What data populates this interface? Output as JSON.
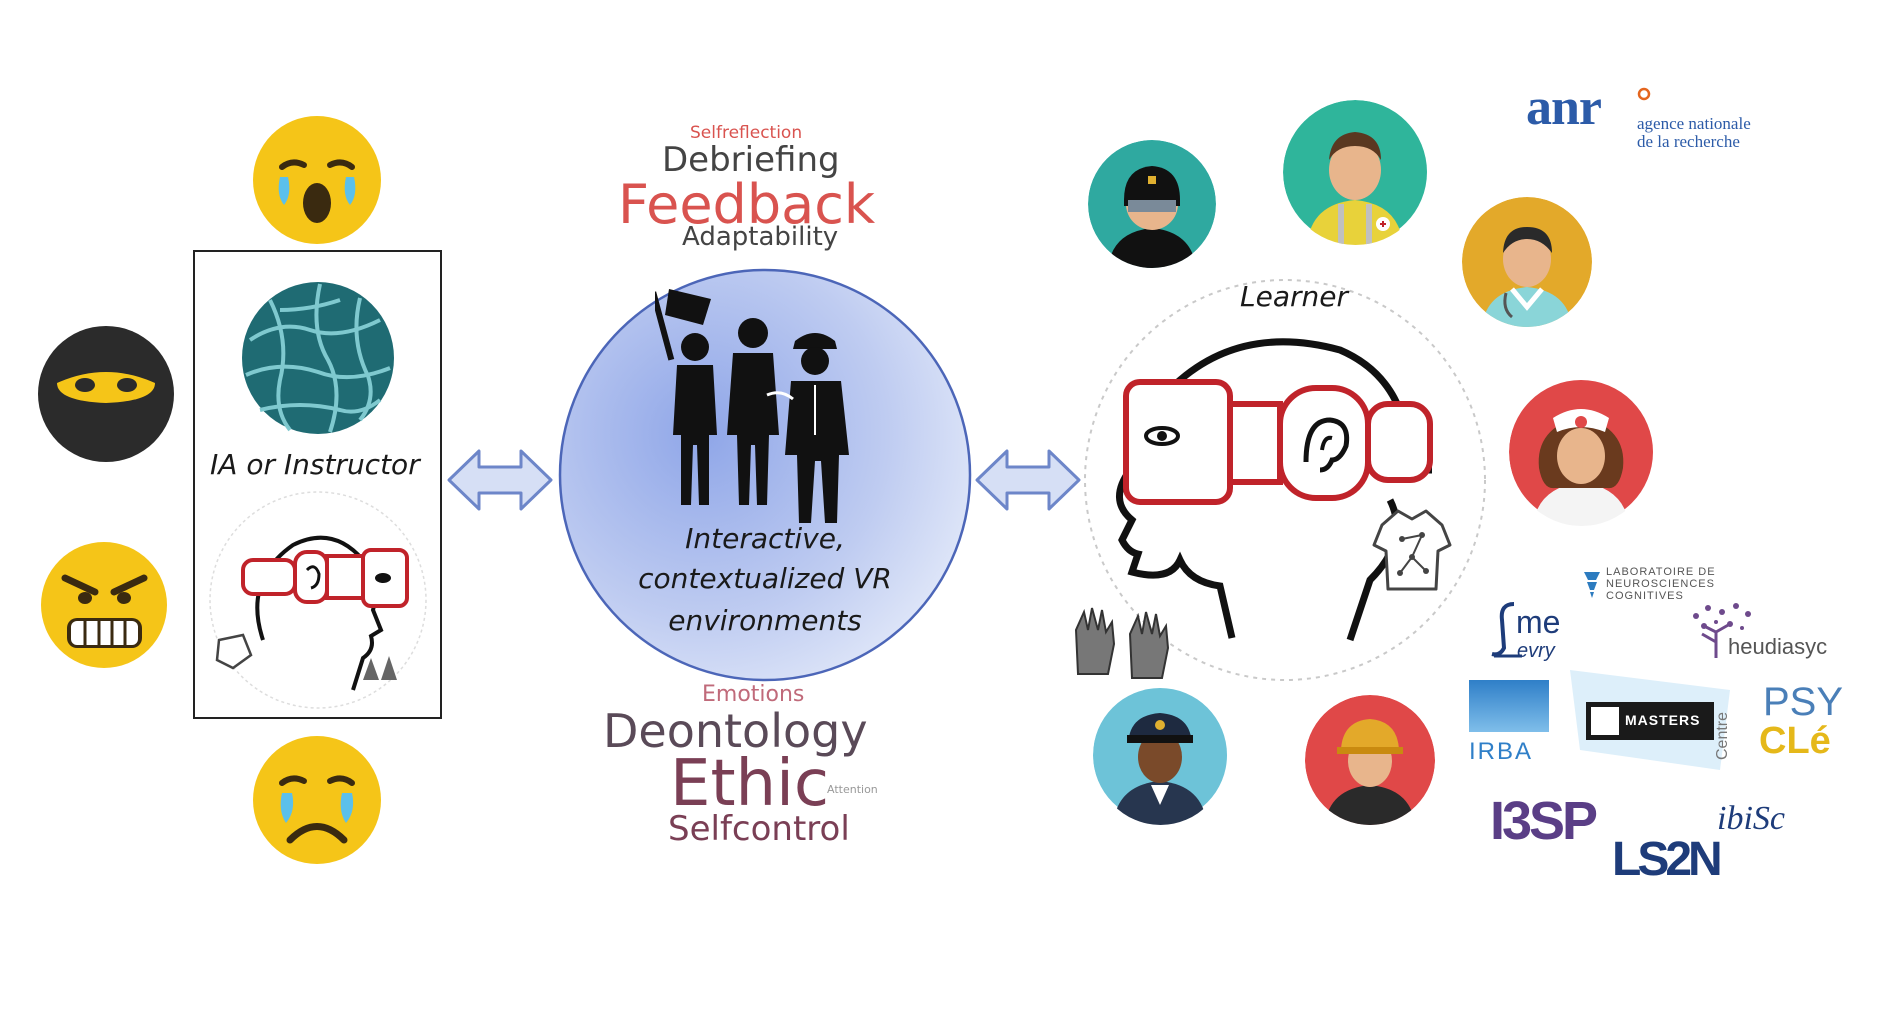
{
  "left_panel": {
    "label": "IA or Instructor"
  },
  "center": {
    "label_lines": [
      "Interactive,",
      "contextualized VR",
      "environments"
    ]
  },
  "word_cloud_top": {
    "selfreflection": "Selfreflection",
    "debriefing": "Debriefing",
    "feedback": "Feedback",
    "adaptability": "Adaptability"
  },
  "word_cloud_bottom": {
    "emotions": "Emotions",
    "deontology": "Deontology",
    "ethic": "Ethic",
    "attention": "Attention",
    "selfcontrol": "Selfcontrol"
  },
  "learner": {
    "label": "Learner"
  },
  "logos": {
    "anr_mark": "anr",
    "anr_line1": "agence nationale",
    "anr_line2": "de la recherche",
    "lnc_line1": "LABORATOIRE DE",
    "lnc_line2": "NEUROSCIENCES",
    "lnc_line3": "COGNITIVES",
    "ime": "me",
    "evry": "evry",
    "heudiasyc": "heudiasyc",
    "irba": "IRBA",
    "masters": "MASTERS",
    "centre": "Centre",
    "psy": "PSY",
    "cle": "CLé",
    "i3sp": "I3SP",
    "ls2n": "LS2N",
    "ibisc": "ibiSc"
  },
  "colors": {
    "emoji_yellow": "#F5C518",
    "ring_blue": "#8FA8E0",
    "arrow_fill": "#D6DFF5",
    "arrow_stroke": "#6D86C9",
    "headset_red": "#C0232A",
    "feedback_red": "#D9534F",
    "ethic_plum": "#7A3F55",
    "anr_blue": "#2C5BA8",
    "anr_orange": "#E4651E"
  }
}
